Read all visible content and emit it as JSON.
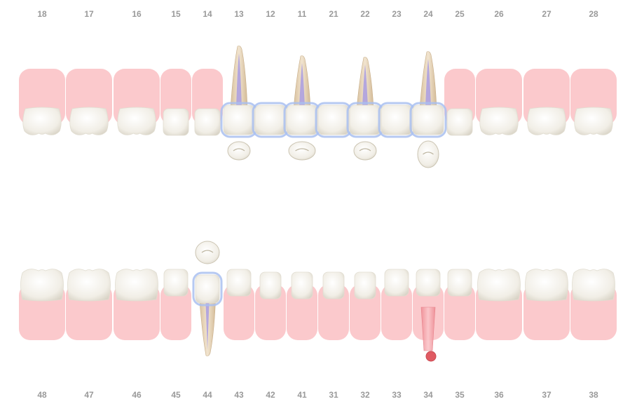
{
  "odontogram": {
    "upper_numbers": [
      "18",
      "17",
      "16",
      "15",
      "14",
      "13",
      "12",
      "11",
      "21",
      "22",
      "23",
      "24",
      "25",
      "26",
      "27",
      "28"
    ],
    "lower_numbers": [
      "48",
      "47",
      "46",
      "45",
      "44",
      "43",
      "42",
      "41",
      "31",
      "32",
      "33",
      "34",
      "35",
      "36",
      "37",
      "38"
    ],
    "colors": {
      "gum": "#fbc9cc",
      "tooth": "#f6f4ee",
      "tooth_shade": "#e1ddd1",
      "root": "#e6d2b6",
      "canal": "#a99ce0",
      "bridge_glow": "#a9bff0",
      "implant": "#f3a8ad",
      "implant_tip": "#e05a62",
      "number": "#9a9a9a"
    },
    "upper": {
      "bridge": [
        "13",
        "12",
        "11",
        "21",
        "22",
        "23",
        "24"
      ],
      "root_canal": [
        "13",
        "11",
        "22",
        "24"
      ],
      "crown_view": [
        "13",
        "11",
        "22",
        "24"
      ]
    },
    "lower": {
      "crowned": [
        "44"
      ],
      "root_canal": [
        "44"
      ],
      "implant": [
        "34"
      ],
      "crown_view": [
        "44"
      ]
    }
  }
}
